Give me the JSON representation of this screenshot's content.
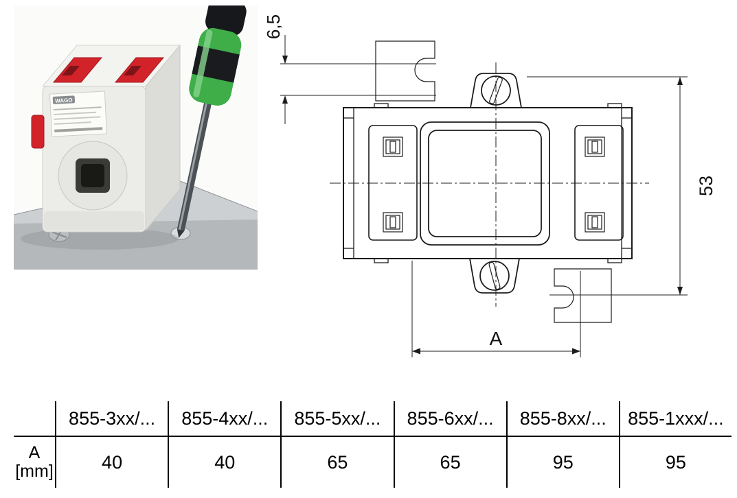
{
  "page": {
    "background": "#ffffff"
  },
  "photo": {
    "alt": "WAGO 855-series plug-in current transformer being fastened with a screwdriver",
    "brand_label": "WAGO",
    "colors": {
      "terminal_red": "#d2232a",
      "grip_green": "#3fae49",
      "plate_gray": "#b4b8bb",
      "body_gray": "#ecece8"
    }
  },
  "drawing": {
    "alt": "Dimensional top-view drawing of current transformer",
    "dimension_vertical_small": "6,5",
    "dimension_vertical_large": "53",
    "dimension_horizontal": "A"
  },
  "table": {
    "row_label": {
      "line1": "A",
      "line2": "[mm]"
    },
    "columns": [
      "855-3xx/...",
      "855-4xx/...",
      "855-5xx/...",
      "855-6xx/...",
      "855-8xx/...",
      "855-1xxx/..."
    ],
    "values": [
      "40",
      "40",
      "65",
      "65",
      "95",
      "95"
    ]
  },
  "chart_data": {
    "type": "table",
    "title": "Dimension A by product family",
    "categories": [
      "855-3xx/...",
      "855-4xx/...",
      "855-5xx/...",
      "855-6xx/...",
      "855-8xx/...",
      "855-1xxx/..."
    ],
    "rows": [
      {
        "label": "A [mm]",
        "values": [
          40,
          40,
          65,
          65,
          95,
          95
        ]
      }
    ],
    "units": "mm"
  }
}
